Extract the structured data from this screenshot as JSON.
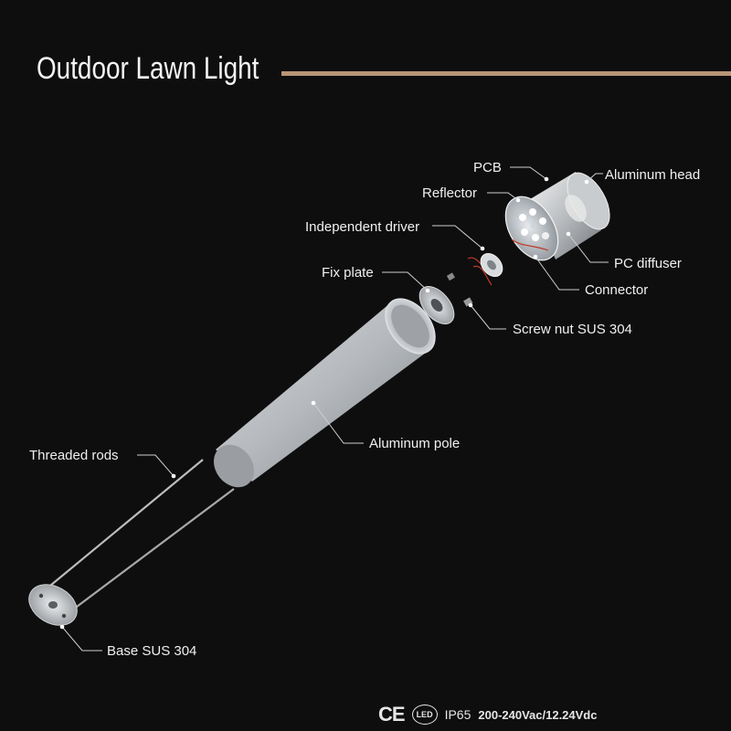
{
  "title": "Outdoor Lawn Light",
  "colors": {
    "background": "#0e0e0e",
    "accent_rule": "#b89676",
    "text": "#f0f0f0"
  },
  "labels": {
    "pcb": "PCB",
    "aluminum_head": "Aluminum head",
    "reflector": "Reflector",
    "independent_driver": "Independent driver",
    "pc_diffuser": "PC diffuser",
    "fix_plate": "Fix plate",
    "connector": "Connector",
    "screw_nut": "Screw nut SUS 304",
    "aluminum_pole": "Aluminum pole",
    "threaded_rods": "Threaded rods",
    "base": "Base SUS 304"
  },
  "footer": {
    "ce_mark": "CE",
    "led_mark": "LED",
    "ip_rating": "IP65",
    "power": "200-240Vac/12.24Vdc"
  }
}
